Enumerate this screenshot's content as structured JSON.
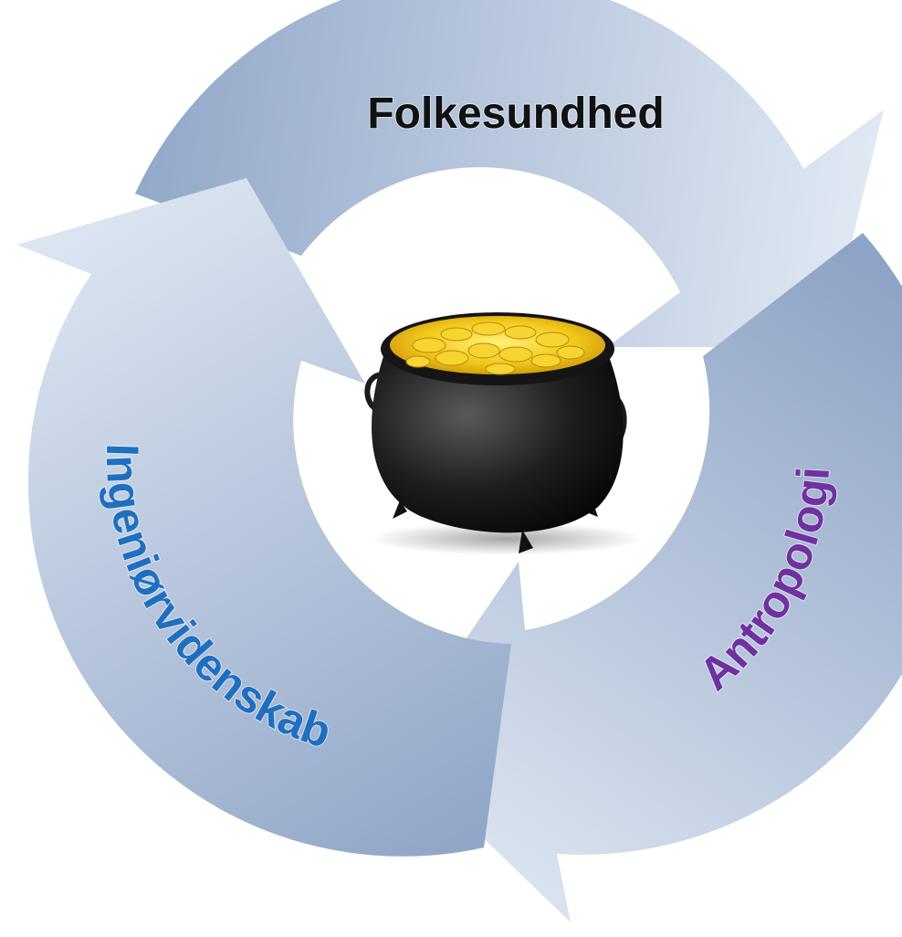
{
  "diagram": {
    "center_image": "pot-of-gold",
    "segments": [
      {
        "id": "top",
        "label": "Folkesundhed",
        "color": "#111111"
      },
      {
        "id": "right",
        "label": "Antropologi",
        "color": "#7030a0"
      },
      {
        "id": "left",
        "label": "Ingeniørvidenskab",
        "color": "#1f6fc1"
      }
    ],
    "arrow_colors": {
      "dark": "#8ea4c6",
      "light": "#dde6f2"
    }
  }
}
